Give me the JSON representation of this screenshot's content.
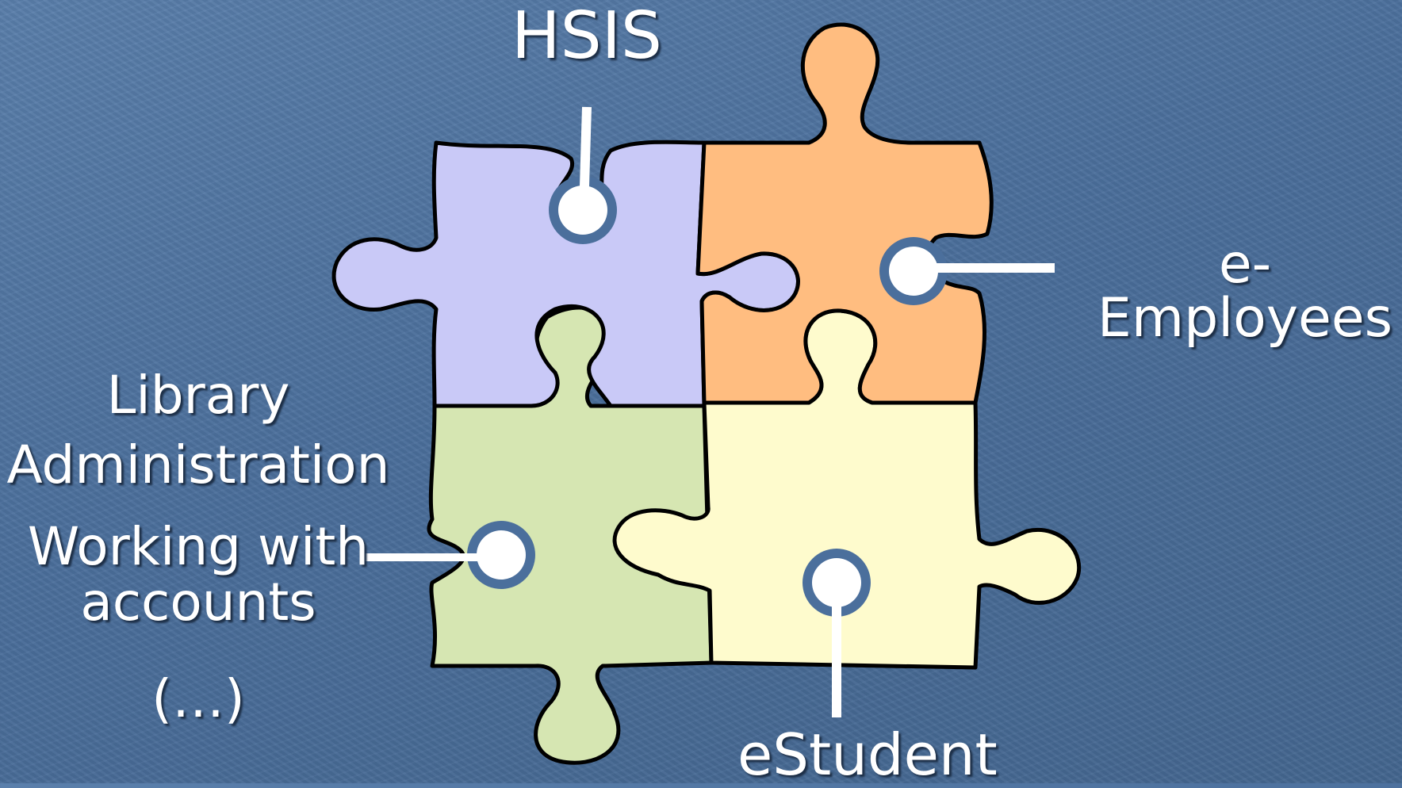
{
  "labels": {
    "hsis": "HSIS",
    "employees_line1": "e-",
    "employees_line2": "Employees",
    "library_line1": "Library",
    "library_line2": "Administration",
    "working_line1": "Working with",
    "working_line2": "accounts",
    "ellipsis": "(…)",
    "estudent": "eStudent"
  },
  "colors": {
    "background": "#4b6f9c",
    "piece_hsis": "#c9c9f7",
    "piece_employees": "#ffbd80",
    "piece_library": "#d6e6b2",
    "piece_estudent": "#fefbcd",
    "outline": "#000000",
    "connector": "#ffffff"
  }
}
